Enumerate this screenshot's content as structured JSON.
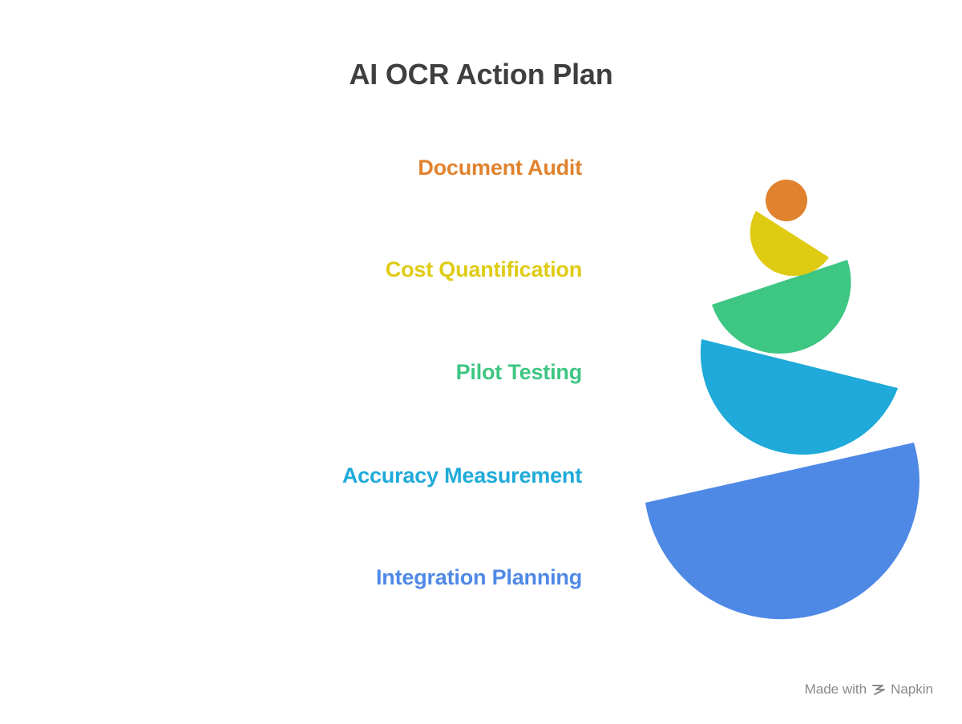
{
  "title": "AI OCR Action Plan",
  "steps": [
    {
      "label": "Document Audit",
      "color": "#E0822E"
    },
    {
      "label": "Cost Quantification",
      "color": "#DFCB14"
    },
    {
      "label": "Pilot Testing",
      "color": "#3EC683"
    },
    {
      "label": "Accuracy Measurement",
      "color": "#1FAAD9"
    },
    {
      "label": "Integration Planning",
      "color": "#4F89E6"
    }
  ],
  "footer": {
    "made_with": "Made with",
    "brand": "Napkin",
    "icon": "napkin-logo-icon"
  }
}
